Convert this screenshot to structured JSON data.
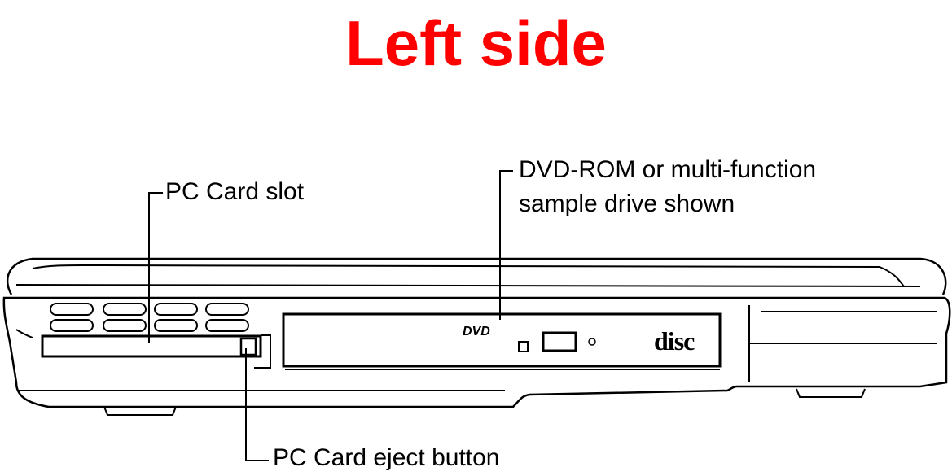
{
  "title": "Left side",
  "colors": {
    "title": "#ff0000",
    "line": "#000000"
  },
  "labels": {
    "pc_card_slot": "PC Card slot",
    "dvd_line1": "DVD-ROM or multi-function",
    "dvd_line2": "sample drive shown",
    "pc_card_eject": "PC Card eject button"
  },
  "logos": {
    "dvd": "DVD",
    "disc": "disc"
  }
}
